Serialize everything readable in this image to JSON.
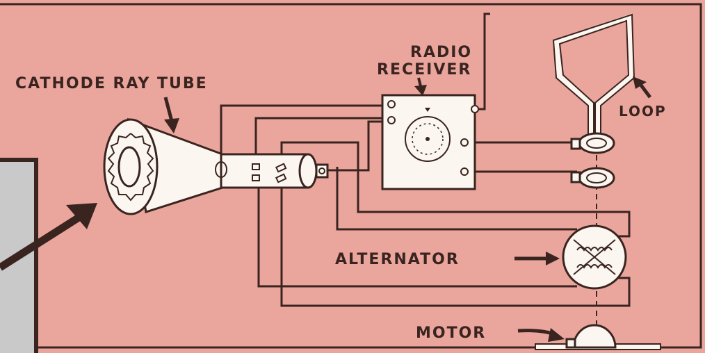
{
  "labels": {
    "cathode_ray_tube": "CATHODE RAY TUBE",
    "radio_line1": "RADIO",
    "radio_line2": "RECEIVER",
    "loop": "LOOP",
    "alternator": "ALTERNATOR",
    "motor": "MOTOR"
  },
  "colors": {
    "background": "#eaa59c",
    "ink": "#3a2420",
    "component_fill": "#fbf6ef",
    "panel": "#c9c9c9"
  }
}
